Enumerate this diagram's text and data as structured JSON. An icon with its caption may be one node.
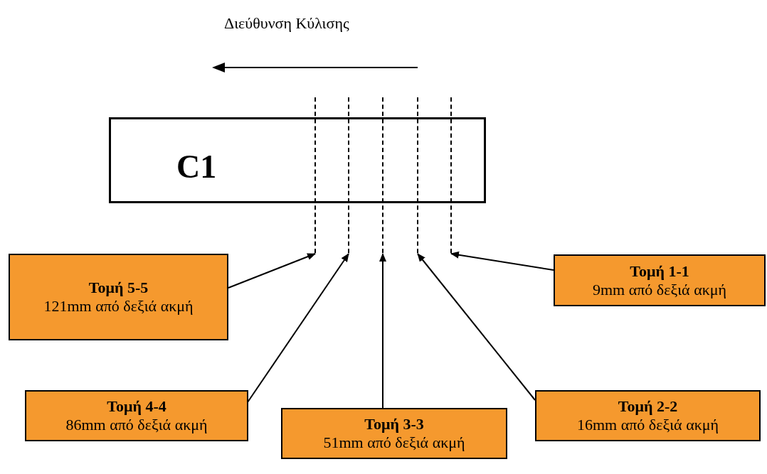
{
  "diagram": {
    "nodes": [
      {
        "text": [
          "C1"
        ]
      },
      {
        "text": [],
        "shape": "line"
      },
      {
        "text": [],
        "shape": "line"
      },
      {
        "text": [],
        "shape": "line"
      },
      {
        "text": [],
        "shape": "line"
      },
      {
        "text": [],
        "shape": "line"
      },
      {
        "text": [
          "Τομή 5-5",
          "121mm από δεξιά ακμή"
        ]
      },
      {
        "text": [
          "Τομή 1-1",
          "9mm από δεξιά ακμή"
        ]
      },
      {
        "text": [
          "Τομή 4-4",
          "86mm από δεξιά ακμή"
        ]
      },
      {
        "text": [
          "Τομή 3-3",
          "51mm από δεξιά ακμή"
        ]
      },
      {
        "text": [
          "Τομή 2-2",
          "16mm από δεξιά ακμή"
        ]
      }
    ],
    "edges": [
      {
        "from": 6,
        "to": 1,
        "arrow": "to"
      },
      {
        "from": 7,
        "to": 5,
        "arrow": "to"
      },
      {
        "from": 8,
        "to": 2,
        "arrow": "to"
      },
      {
        "from": 9,
        "to": 3,
        "arrow": "to"
      },
      {
        "from": 10,
        "to": 4,
        "arrow": "to"
      }
    ],
    "labels": [
      "Διεύθυνση Κύλισης"
    ]
  }
}
